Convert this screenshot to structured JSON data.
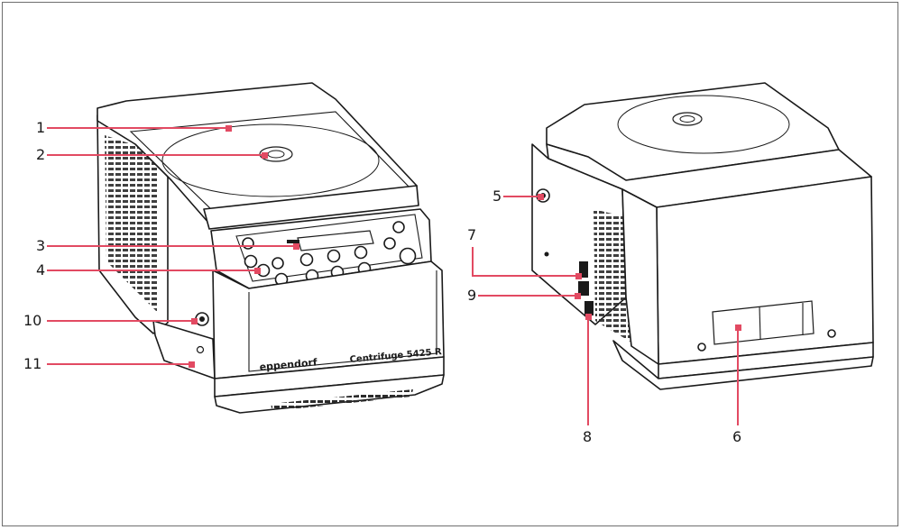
{
  "figure": {
    "brand_label": "eppendorf",
    "model_label": "Centrifuge 5425 R",
    "callouts": [
      "1",
      "2",
      "3",
      "4",
      "5",
      "6",
      "7",
      "8",
      "9",
      "10",
      "11"
    ],
    "colors": {
      "leader": "#e24a62",
      "frame": "#6e6e6e",
      "line": "#1a1a1a"
    }
  }
}
